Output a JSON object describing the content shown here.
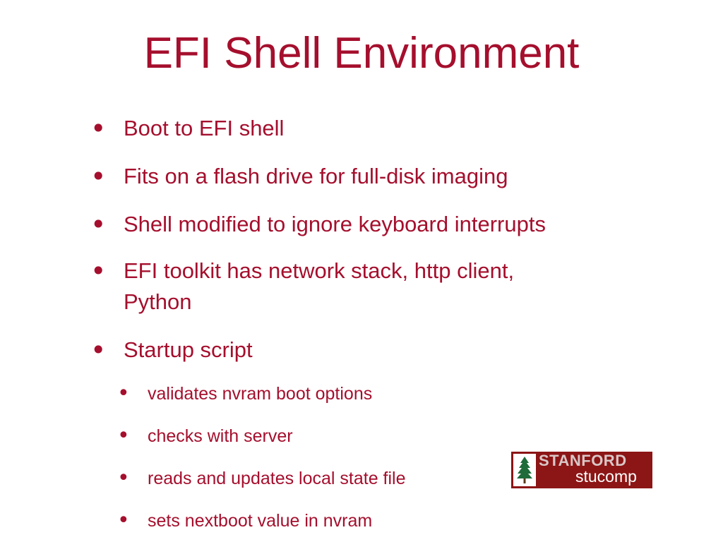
{
  "slide": {
    "title": "EFI Shell Environment",
    "bullets": [
      "Boot to EFI shell",
      "Fits on a flash drive for full-disk imaging",
      "Shell modified to ignore keyboard interrupts",
      "EFI toolkit has network stack, http client, Python",
      "Startup script"
    ],
    "sub_bullets": [
      "validates nvram boot options",
      "checks with server",
      "reads and updates local state file",
      "sets nextboot value in nvram"
    ],
    "bullet_glyph": "•"
  },
  "logo": {
    "word1": "STANFORD",
    "word2": "stucomp",
    "icon": "tree-icon"
  },
  "colors": {
    "text": "#a50f2d",
    "logo_background": "#8c1515",
    "tree": "#1f6b3a"
  }
}
